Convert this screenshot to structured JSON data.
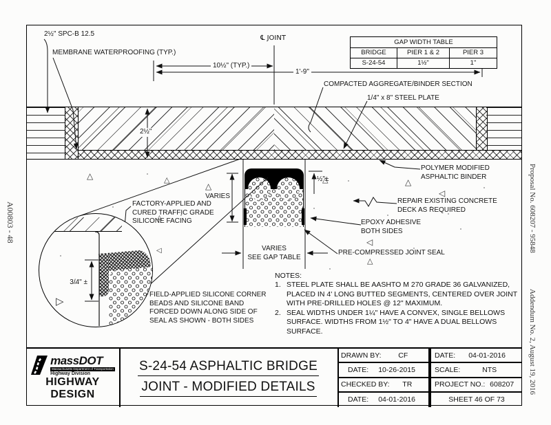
{
  "margins": {
    "left_code": "A00803 - 48",
    "proposal": "Proposal No. 608207 - 95848",
    "addendum": "Addendum No. 2, August 19, 2016"
  },
  "labels": {
    "spcb": "2½\" SPC-B 12.5",
    "membrane": "MEMBRANE WATERPROOFING (TYP.)",
    "cl_joint": "℄ JOINT",
    "compacted": "COMPACTED AGGREGATE/BINDER SECTION",
    "steel_plate": "1/4\" x 8\" STEEL PLATE",
    "polymer": "POLYMER MODIFIED\nASPHALTIC BINDER",
    "repair": "REPAIR EXISTING CONCRETE\nDECK AS REQUIRED",
    "epoxy": "EPOXY ADHESIVE\nBOTH SIDES",
    "precompressed": "PRE-COMPRESSED JOINT SEAL",
    "factory": "FACTORY-APPLIED AND\nCURED TRAFFIC GRADE\nSILICONE FACING",
    "field": "FIELD-APPLIED SILICONE CORNER\nBEADS AND SILICONE BAND\nFORCED DOWN ALONG SIDE OF\nSEAL AS SHOWN - BOTH SIDES"
  },
  "dimensions": {
    "d1": "10½\" (TYP.)",
    "d2": "1'-9\"",
    "depth": "2½\"",
    "varies": "VARIES",
    "gap": "VARIES\nSEE GAP TABLE",
    "facing": "½\"±",
    "bead": "3/4\" ±"
  },
  "gap_table": {
    "title": "GAP WIDTH TABLE",
    "col_headers": [
      "BRIDGE",
      "PIER 1 & 2",
      "PIER 3"
    ],
    "row": [
      "S-24-54",
      "1½\"",
      "1\""
    ]
  },
  "notes": {
    "heading": "NOTES:",
    "items": [
      {
        "num": "1.",
        "lines": [
          "STEEL PLATE SHALL BE AASHTO M 270 GRADE 36 GALVANIZED,",
          "PLACED IN 4' LONG BUTTED SEGMENTS, CENTERED OVER JOINT",
          "WITH PRE-DRILLED HOLES @ 12\" MAXIMUM."
        ]
      },
      {
        "num": "2.",
        "lines": [
          "SEAL WIDTHS UNDER 1¼\" HAVE A CONVEX, SINGLE BELLOWS",
          "SURFACE.  WIDTHS FROM 1½\" TO 4\" HAVE A DUAL BELLOWS",
          "SURFACE."
        ]
      }
    ]
  },
  "titleblock": {
    "agency": {
      "name": "massDOT",
      "tagline": "Massachusetts Department of Transportation",
      "division": "Highway Division",
      "dept_line1": "HIGHWAY",
      "dept_line2": "DESIGN"
    },
    "title_line1": "S-24-54 ASPHALTIC BRIDGE",
    "title_line2": "JOINT - MODIFIED DETAILS",
    "fields": {
      "drawn_by_label": "DRAWN BY:",
      "drawn_by": "CF",
      "drawn_date_label": "DATE:",
      "drawn_date": "10-26-2015",
      "checked_by_label": "CHECKED BY:",
      "checked_by": "TR",
      "checked_date_label": "DATE:",
      "checked_date": "04-01-2016",
      "date_label": "DATE:",
      "date": "04-01-2016",
      "scale_label": "SCALE:",
      "scale": "NTS",
      "project_label": "PROJECT NO.:",
      "project": "608207",
      "sheet": "SHEET 46 OF 73"
    }
  },
  "symbols": {
    "tri_up": "△",
    "tri_left": "◁",
    "tri_right": "▷"
  },
  "colors": {
    "line": "#111111",
    "paper": "#fcfcfb",
    "seal_silicone": "#000000"
  }
}
